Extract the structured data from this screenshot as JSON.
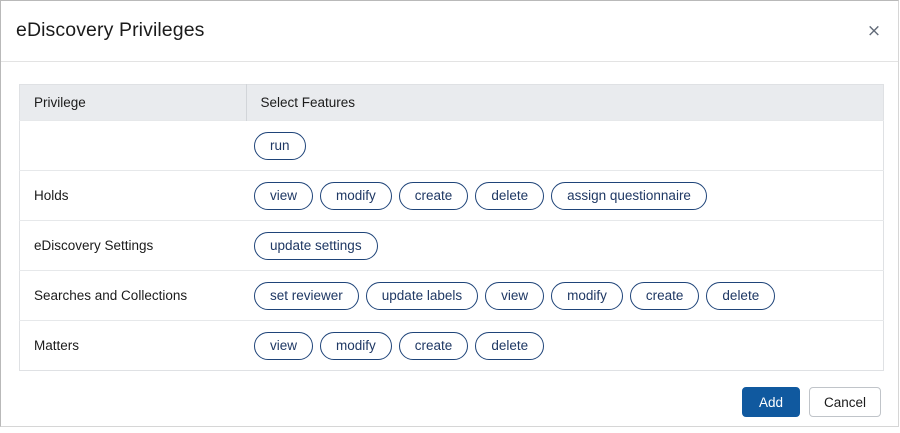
{
  "dialog": {
    "title": "eDiscovery Privileges",
    "close_icon": "close-icon",
    "close_glyph": "×"
  },
  "table": {
    "headers": {
      "privilege": "Privilege",
      "features": "Select Features"
    },
    "rows": [
      {
        "privilege": "",
        "features": [
          "run"
        ]
      },
      {
        "privilege": "Holds",
        "features": [
          "view",
          "modify",
          "create",
          "delete",
          "assign questionnaire"
        ]
      },
      {
        "privilege": "eDiscovery Settings",
        "features": [
          "update settings"
        ]
      },
      {
        "privilege": "Searches and Collections",
        "features": [
          "set reviewer",
          "update labels",
          "view",
          "modify",
          "create",
          "delete"
        ]
      },
      {
        "privilege": "Matters",
        "features": [
          "view",
          "modify",
          "create",
          "delete"
        ]
      }
    ]
  },
  "footer": {
    "add_label": "Add",
    "cancel_label": "Cancel"
  },
  "colors": {
    "primary_button": "#10599f",
    "chip_border": "#1f4479",
    "chip_text": "#1f3864",
    "header_row_bg": "#e9ebee",
    "table_border": "#dfe1e4"
  }
}
